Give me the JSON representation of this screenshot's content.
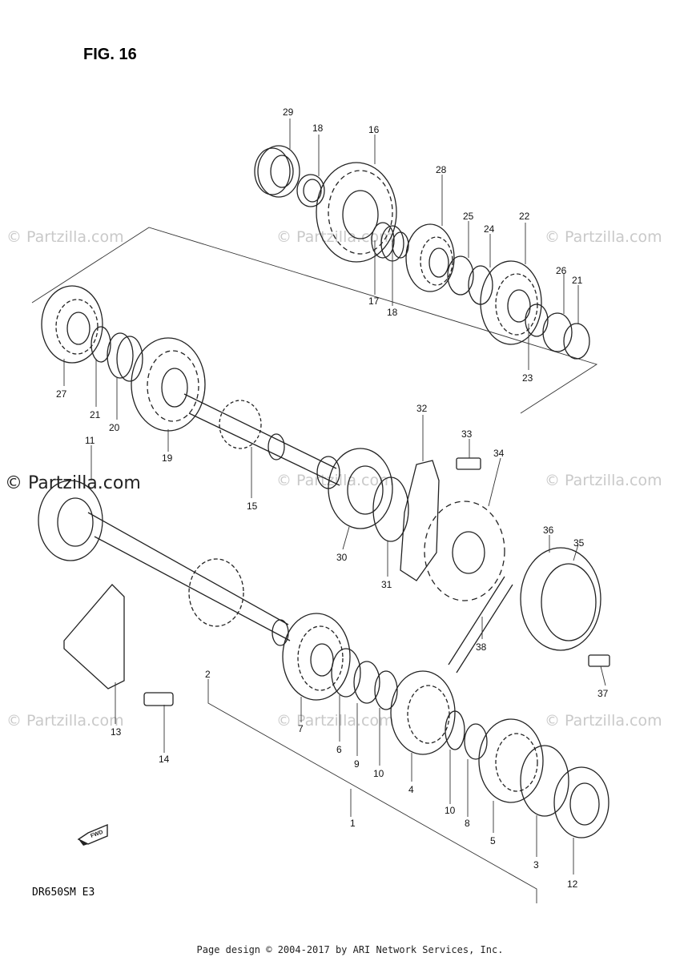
{
  "figure_title": "FIG. 16",
  "model_code": "DR650SM  E3",
  "footer": "Page design © 2004-2017 by ARI Network Services, Inc.",
  "watermark": "© Partzilla.com",
  "watermark_prominent": "© Partzilla.com",
  "fwd_label": "FWD",
  "callouts": [
    "1",
    "2",
    "3",
    "4",
    "5",
    "6",
    "7",
    "8",
    "9",
    "10",
    "10",
    "11",
    "12",
    "13",
    "14",
    "15",
    "16",
    "17",
    "18",
    "18",
    "19",
    "20",
    "21",
    "21",
    "22",
    "23",
    "24",
    "25",
    "26",
    "27",
    "28",
    "29",
    "30",
    "31",
    "32",
    "33",
    "34",
    "35",
    "36",
    "37",
    "38"
  ]
}
